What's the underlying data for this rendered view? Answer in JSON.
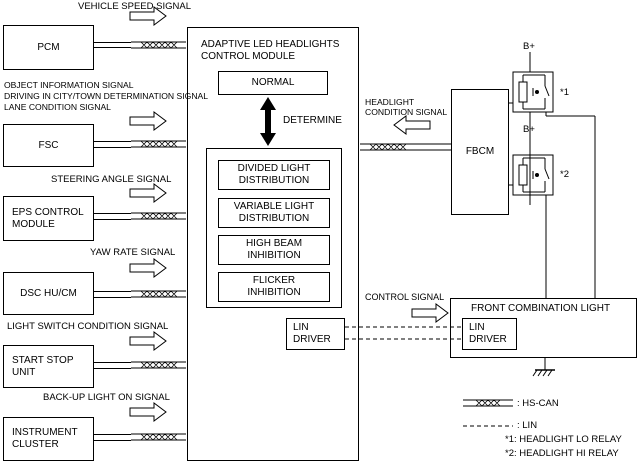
{
  "left_modules": [
    {
      "id": "pcm",
      "label": "PCM",
      "signal": "VEHICLE SPEED SIGNAL"
    },
    {
      "id": "fsc",
      "label": "FSC",
      "signal": "OBJECT INFORMATION SIGNAL\nDRIVING IN CITY/TOWN DETERMINATION SIGNAL\nLANE CONDITION SIGNAL"
    },
    {
      "id": "eps",
      "label": "EPS CONTROL\nMODULE",
      "signal": "STEERING ANGLE SIGNAL"
    },
    {
      "id": "dsc",
      "label": "DSC HU/CM",
      "signal": "YAW RATE SIGNAL"
    },
    {
      "id": "ssu",
      "label": "START STOP\nUNIT",
      "signal": "LIGHT SWITCH CONDITION SIGNAL"
    },
    {
      "id": "ic",
      "label": "INSTRUMENT\nCLUSTER",
      "signal": "BACK-UP LIGHT ON SIGNAL"
    }
  ],
  "main_module": {
    "title": "ADAPTIVE LED HEADLIGHTS\nCONTROL MODULE",
    "normal": "NORMAL",
    "determine": "DETERMINE",
    "functions": [
      "DIVIDED  LIGHT\nDISTRIBUTION",
      "VARIABLE LIGHT\nDISTRIBUTION",
      "HIGH BEAM\nINHIBITION",
      "FLICKER\nINHIBITION"
    ],
    "lin_driver": "LIN\nDRIVER"
  },
  "fbcm": {
    "label": "FBCM",
    "signal": "HEADLIGHT\nCONDITION SIGNAL"
  },
  "relays": [
    {
      "supply": "B+",
      "mark": "*1"
    },
    {
      "supply": "B+",
      "mark": "*2"
    }
  ],
  "front_light": {
    "title": "FRONT COMBINATION LIGHT",
    "lin_driver": "LIN\nDRIVER",
    "signal": "CONTROL SIGNAL"
  },
  "legend": {
    "hs_can": ": HS-CAN",
    "lin": ": LIN",
    "note1": "*1: HEADLIGHT LO RELAY",
    "note2": "*2: HEADLIGHT HI RELAY"
  }
}
